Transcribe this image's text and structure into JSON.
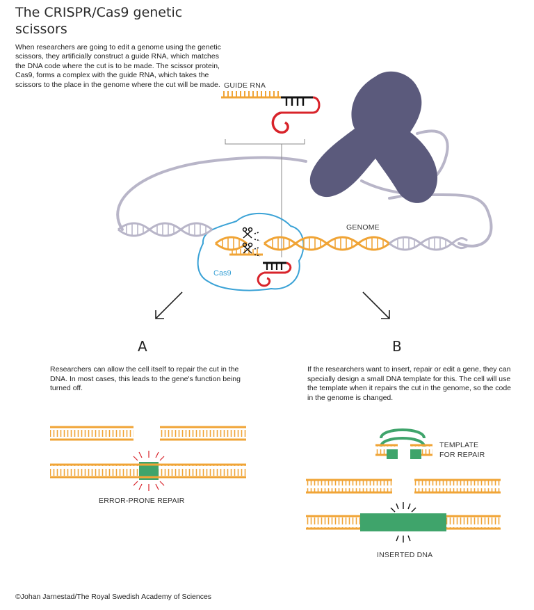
{
  "title": "The CRISPR/Cas9 genetic scissors",
  "intro": "When researchers are going to edit a genome using the genetic scissors, they artificially construct a guide RNA, which matches the DNA code where the cut is to be made. The scissor protein, Cas9, forms a complex with the guide RNA, which takes the scissors to the place in the genome where the cut will be made.",
  "labels": {
    "guide_rna": "GUIDE RNA",
    "genome": "GENOME",
    "cas9": "Cas9",
    "template_line1": "TEMPLATE",
    "template_line2": "FOR REPAIR",
    "error_prone": "ERROR-PRONE REPAIR",
    "inserted": "INSERTED DNA"
  },
  "panel_a": {
    "letter": "A",
    "text": "Researchers can allow the cell itself to repair the cut in the DNA. In most cases, this leads to the gene's function being turned off."
  },
  "panel_b": {
    "letter": "B",
    "text": "If the researchers want to insert, repair or edit a gene, they can specially design a small DNA template for this. The cell will use the template when it repairs the cut in the genome, so the code in the genome is changed."
  },
  "credit": "©Johan Jarnestad/The Royal Swedish Academy of Sciences",
  "colors": {
    "dna_orange": "#f0a436",
    "insert_green": "#3fa46b",
    "rna_red": "#d8232a",
    "cas9_blue": "#3aa2d6",
    "chromosome": "#5b5a7c",
    "genome_strand": "#b8b5c8"
  },
  "icons": [
    "scissors-icon",
    "arrow-down-left-icon",
    "arrow-down-right-icon",
    "chromosome-icon"
  ]
}
